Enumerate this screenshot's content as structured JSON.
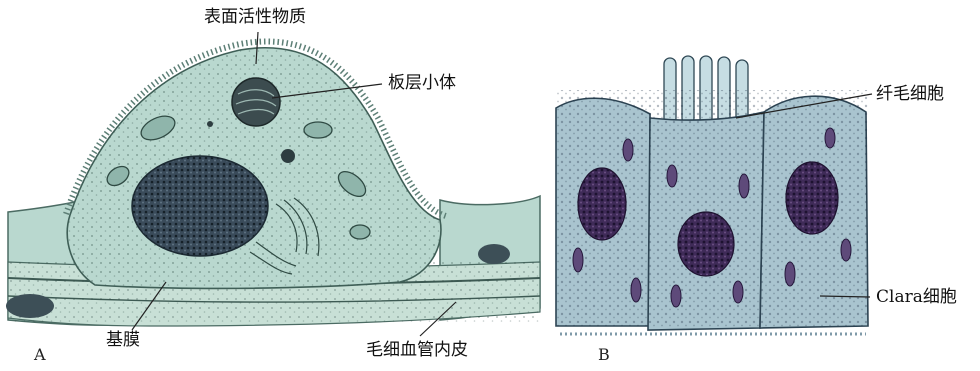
{
  "panel_a": {
    "letter": "A",
    "labels": {
      "surfactant": "表面活性物质",
      "lamellar_body": "板层小体",
      "basement_membrane": "基膜",
      "capillary_endothelium": "毛细血管内皮"
    }
  },
  "panel_b": {
    "letter": "B",
    "labels": {
      "cilia": "纤毛细胞",
      "clara_cell": "Clara细胞"
    }
  },
  "colors": {
    "cytoplasm": "#b9d8cf",
    "nucleus": "#2f3f52",
    "cell_b": "#a9c4cf",
    "nucleus_b": "#3b2a55"
  }
}
